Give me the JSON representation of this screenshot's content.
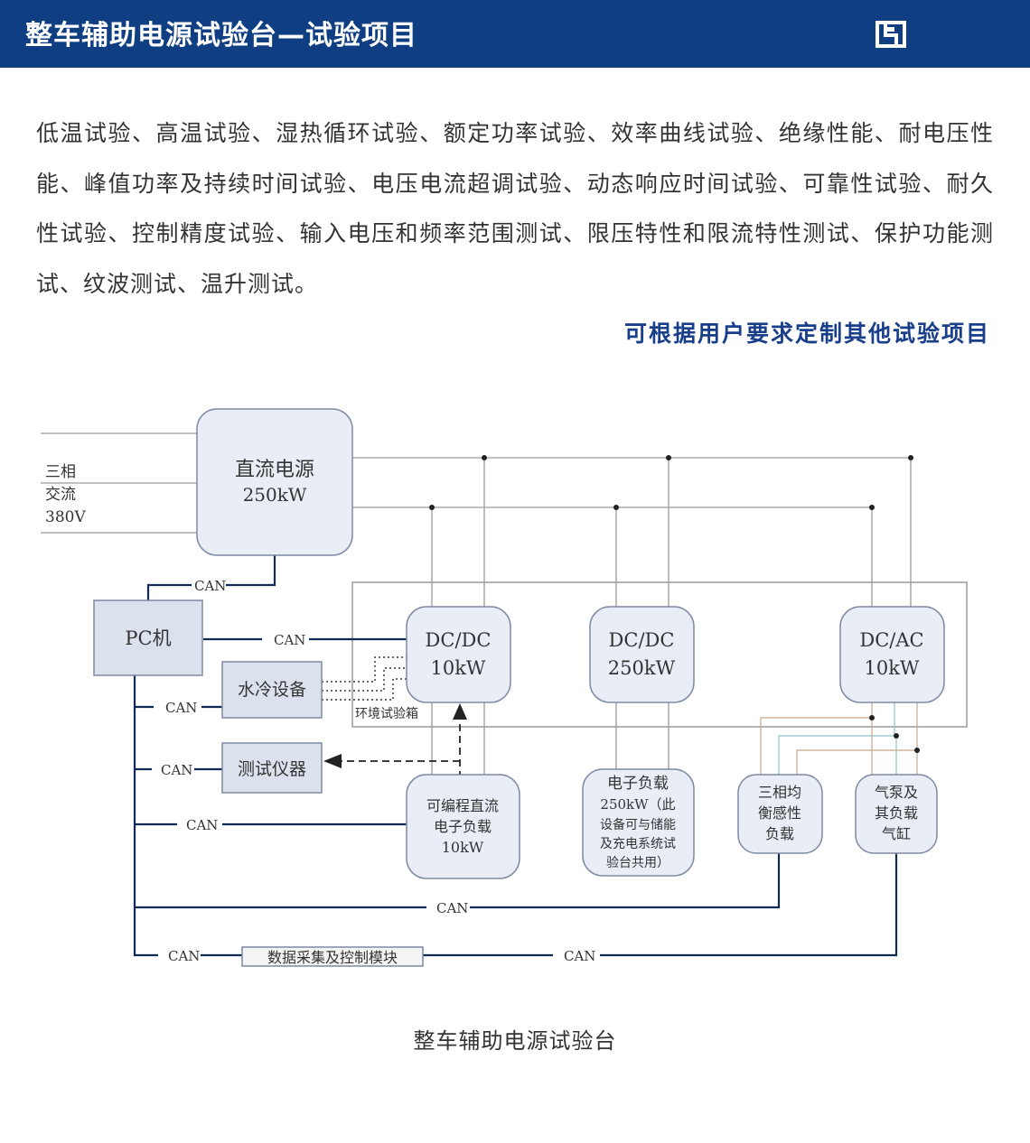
{
  "header": {
    "title": "整车辅助电源试验台—试验项目",
    "logo_icon": "brand-logo-icon",
    "color": "#0f3e83"
  },
  "intro": {
    "text": "低温试验、高温试验、湿热循环试验、额定功率试验、效率曲线试验、绝缘性能、耐电压性能、峰值功率及持续时间试验、电压电流超调试验、动态响应时间试验、可靠性试验、耐久性试验、控制精度试验、输入电压和频率范围测试、限压特性和限流特性测试、保护功能测试、纹波测试、温升测试。"
  },
  "custom_note": "可根据用户要求定制其他试验项目",
  "diagram": {
    "input_label": [
      "三相",
      "交流",
      "380V"
    ],
    "dc_source": [
      "直流电源",
      "250kW"
    ],
    "pc": "PC机",
    "water_cooling": "水冷设备",
    "instrument": "测试仪器",
    "dcdc_small": [
      "DC/DC",
      "10kW"
    ],
    "dcdc_large": [
      "DC/DC",
      "250kW"
    ],
    "dcac": [
      "DC/AC",
      "10kW"
    ],
    "env_chamber": "环境试验箱",
    "prog_load": [
      "可编程直流",
      "电子负载",
      "10kW"
    ],
    "e_load": [
      "电子负载",
      "250kW（此",
      "设备可与储能",
      "及充电系统试",
      "验台共用）"
    ],
    "three_phase_load": [
      "三相均",
      "衡感性",
      "负载"
    ],
    "pump_load": [
      "气泵及",
      "其负载",
      "气缸"
    ],
    "daq_module": "数据采集及控制模块",
    "can": "CAN"
  },
  "caption": "整车辅助电源试验台"
}
